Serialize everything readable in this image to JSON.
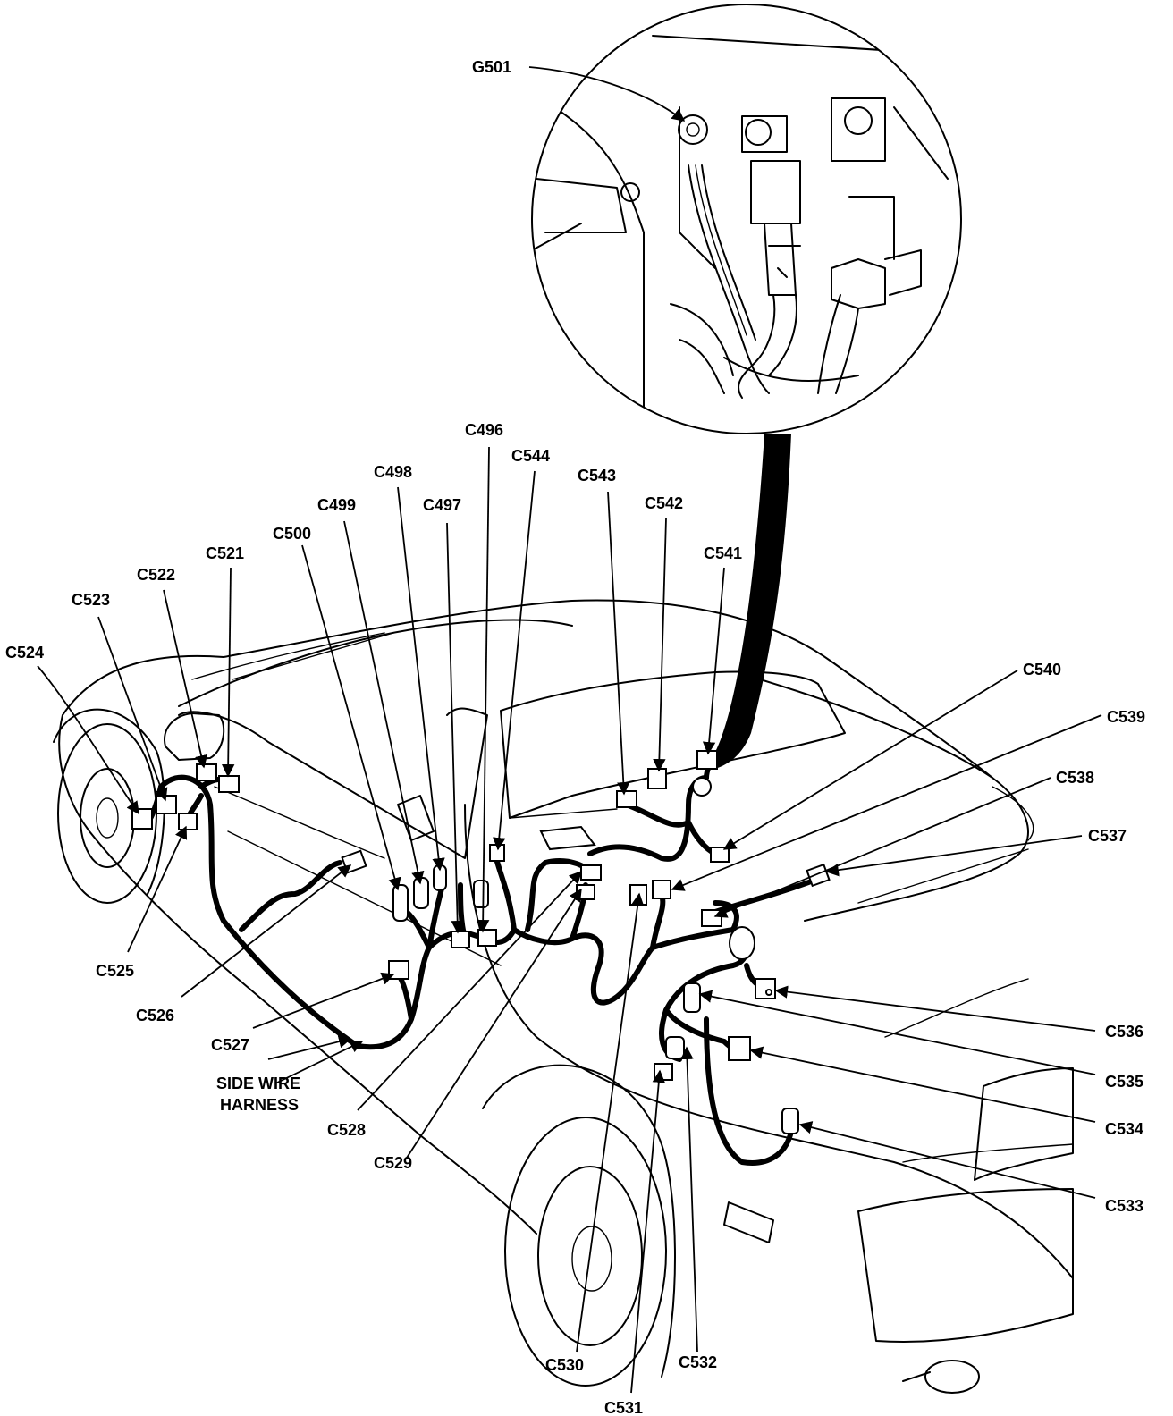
{
  "ground_label": "G501",
  "harness_label": {
    "line1": "SIDE WIRE",
    "line2": "HARNESS"
  },
  "connectors": [
    {
      "id": "c496",
      "label": "C496"
    },
    {
      "id": "c497",
      "label": "C497"
    },
    {
      "id": "c498",
      "label": "C498"
    },
    {
      "id": "c499",
      "label": "C499"
    },
    {
      "id": "c500",
      "label": "C500"
    },
    {
      "id": "c521",
      "label": "C521"
    },
    {
      "id": "c522",
      "label": "C522"
    },
    {
      "id": "c523",
      "label": "C523"
    },
    {
      "id": "c524",
      "label": "C524"
    },
    {
      "id": "c525",
      "label": "C525"
    },
    {
      "id": "c526",
      "label": "C526"
    },
    {
      "id": "c527",
      "label": "C527"
    },
    {
      "id": "c528",
      "label": "C528"
    },
    {
      "id": "c529",
      "label": "C529"
    },
    {
      "id": "c530",
      "label": "C530"
    },
    {
      "id": "c531",
      "label": "C531"
    },
    {
      "id": "c532",
      "label": "C532"
    },
    {
      "id": "c533",
      "label": "C533"
    },
    {
      "id": "c534",
      "label": "C534"
    },
    {
      "id": "c535",
      "label": "C535"
    },
    {
      "id": "c536",
      "label": "C536"
    },
    {
      "id": "c537",
      "label": "C537"
    },
    {
      "id": "c538",
      "label": "C538"
    },
    {
      "id": "c539",
      "label": "C539"
    },
    {
      "id": "c540",
      "label": "C540"
    },
    {
      "id": "c541",
      "label": "C541"
    },
    {
      "id": "c542",
      "label": "C542"
    },
    {
      "id": "c543",
      "label": "C543"
    },
    {
      "id": "c544",
      "label": "C544"
    }
  ]
}
